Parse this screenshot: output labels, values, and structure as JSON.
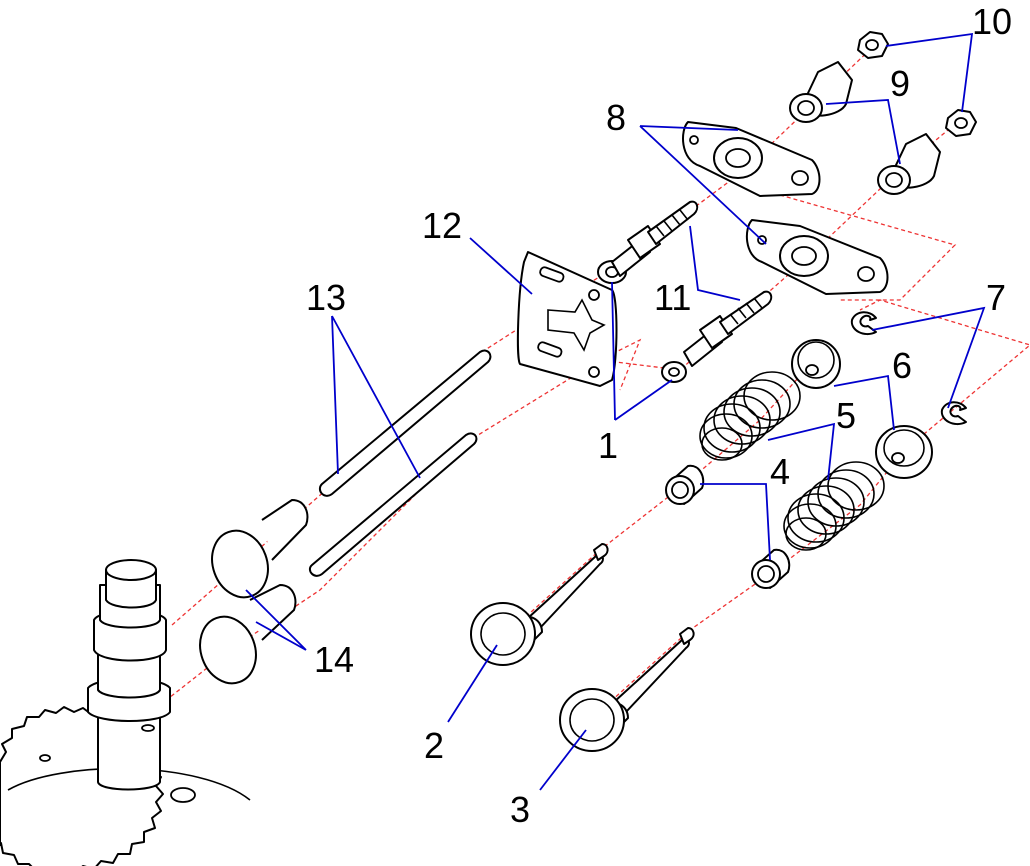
{
  "colors": {
    "leader": "#0000cc",
    "centerline": "#ee3333",
    "outline": "#000000",
    "background": "#ffffff"
  },
  "callouts": [
    "1",
    "2",
    "3",
    "4",
    "5",
    "6",
    "7",
    "8",
    "9",
    "10",
    "11",
    "12",
    "13",
    "14"
  ]
}
